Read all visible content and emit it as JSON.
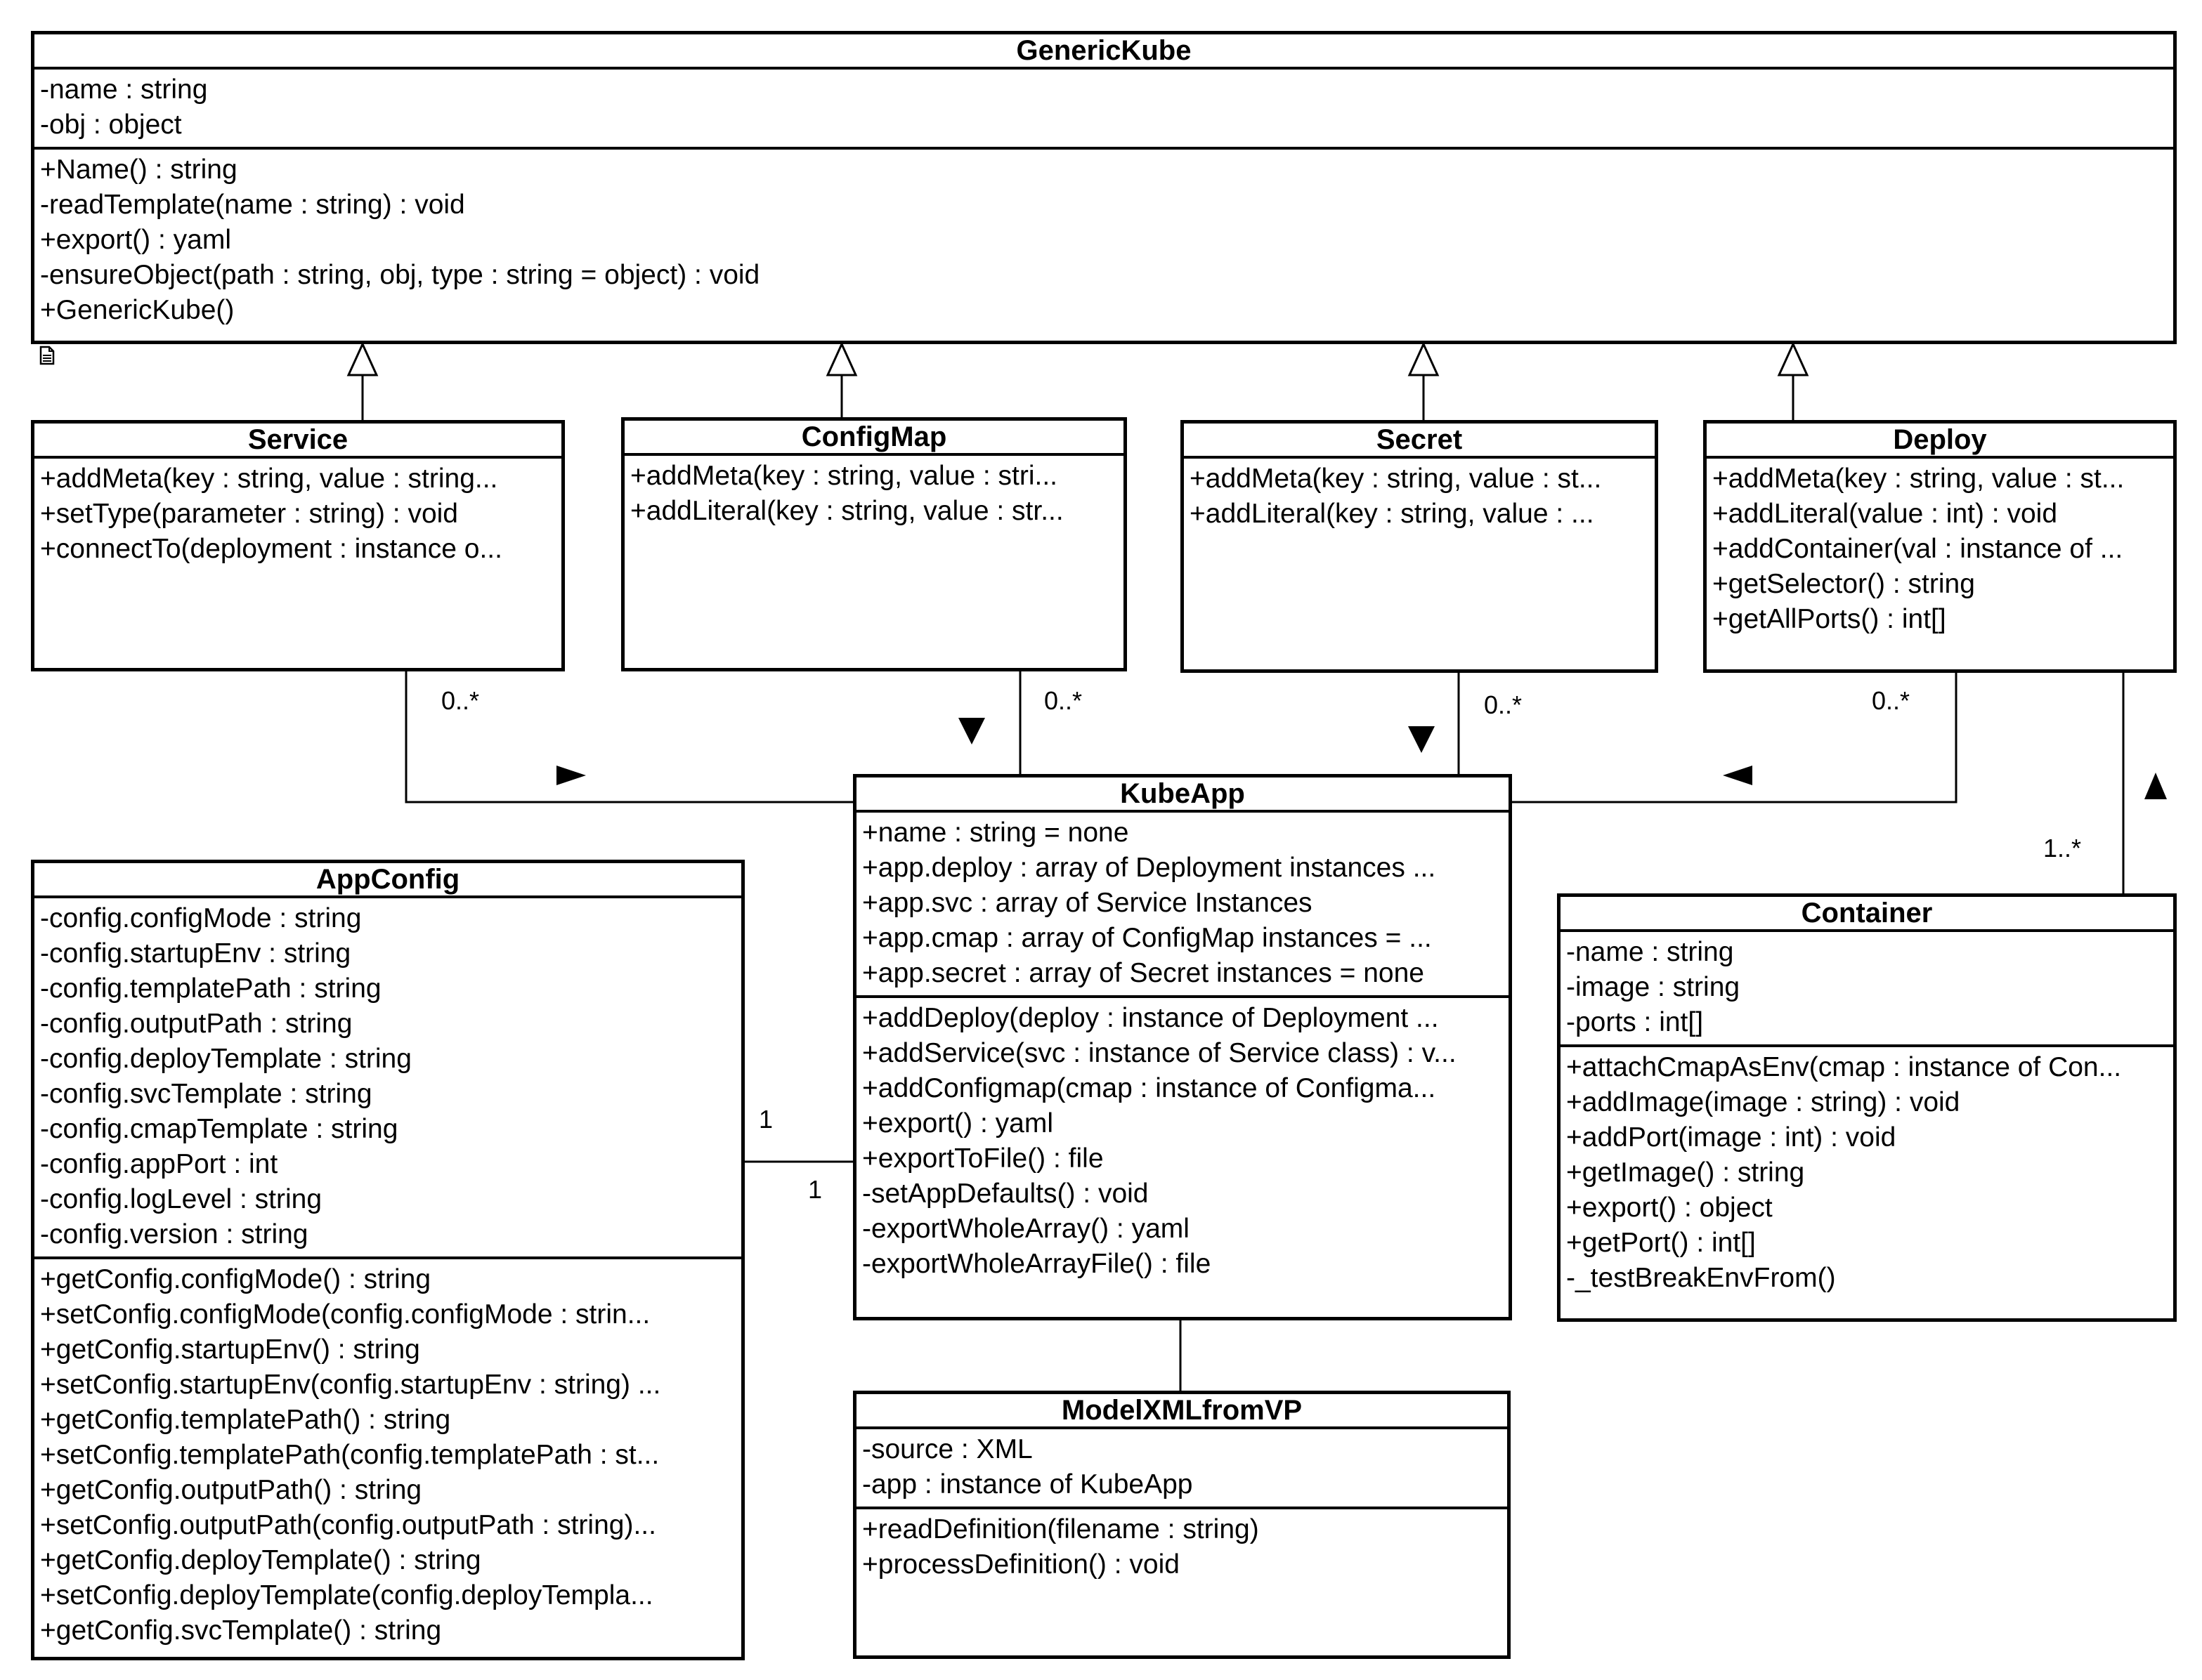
{
  "classes": {
    "generickube": {
      "name": "GenericKube",
      "attributes": [
        "-name : string",
        "-obj : object"
      ],
      "operations": [
        "+Name() : string",
        "-readTemplate(name : string) : void",
        "+export() : yaml",
        "-ensureObject(path : string, obj, type : string = object) : void",
        "+GenericKube()"
      ]
    },
    "service": {
      "name": "Service",
      "attributes": [],
      "operations": [
        "+addMeta(key : string, value : string...",
        "+setType(parameter : string) : void",
        "+connectTo(deployment : instance o..."
      ]
    },
    "configmap": {
      "name": "ConfigMap",
      "attributes": [],
      "operations": [
        "+addMeta(key : string, value : stri...",
        "+addLiteral(key : string, value : str..."
      ]
    },
    "secret": {
      "name": "Secret",
      "attributes": [],
      "operations": [
        "+addMeta(key : string, value : st...",
        "+addLiteral(key : string, value : ..."
      ]
    },
    "deploy": {
      "name": "Deploy",
      "attributes": [],
      "operations": [
        "+addMeta(key : string, value : st...",
        "+addLiteral(value : int) : void",
        "+addContainer(val : instance of ...",
        "+getSelector() : string",
        "+getAllPorts() : int[]"
      ]
    },
    "kubeapp": {
      "name": "KubeApp",
      "attributes": [
        "+name : string = none",
        "+app.deploy : array of Deployment instances ...",
        "+app.svc : array of Service Instances",
        "+app.cmap : array of ConfigMap instances = ...",
        "+app.secret : array of Secret instances = none"
      ],
      "operations": [
        "+addDeploy(deploy : instance of Deployment ...",
        "+addService(svc : instance of Service class) : v...",
        "+addConfigmap(cmap : instance of Configma...",
        "+export() : yaml",
        "+exportToFile() : file",
        "-setAppDefaults() : void",
        "-exportWholeArray() : yaml",
        "-exportWholeArrayFile() : file"
      ]
    },
    "appconfig": {
      "name": "AppConfig",
      "attributes": [
        "-config.configMode : string",
        "-config.startupEnv : string",
        "-config.templatePath : string",
        "-config.outputPath : string",
        "-config.deployTemplate : string",
        "-config.svcTemplate : string",
        "-config.cmapTemplate : string",
        "-config.appPort : int",
        "-config.logLevel : string",
        "-config.version : string"
      ],
      "operations": [
        "+getConfig.configMode() : string",
        "+setConfig.configMode(config.configMode : strin...",
        "+getConfig.startupEnv() : string",
        "+setConfig.startupEnv(config.startupEnv : string) ...",
        "+getConfig.templatePath() : string",
        "+setConfig.templatePath(config.templatePath : st...",
        "+getConfig.outputPath() : string",
        "+setConfig.outputPath(config.outputPath : string)...",
        "+getConfig.deployTemplate() : string",
        "+setConfig.deployTemplate(config.deployTempla...",
        "+getConfig.svcTemplate() : string"
      ]
    },
    "container": {
      "name": "Container",
      "attributes": [
        "-name : string",
        "-image : string",
        "-ports : int[]"
      ],
      "operations": [
        "+attachCmapAsEnv(cmap : instance of Con...",
        "+addImage(image : string) : void",
        "+addPort(image : int) : void",
        "+getImage() : string",
        "+export() : object",
        "+getPort() : int[]",
        "-_testBreakEnvFrom()"
      ]
    },
    "modelxml": {
      "name": "ModelXMLfromVP",
      "attributes": [
        "-source : XML",
        "-app : instance of KubeApp"
      ],
      "operations": [
        "+readDefinition(filename : string)",
        "+processDefinition() : void"
      ]
    }
  },
  "multiplicities": {
    "service_kubeapp": "0..*",
    "configmap_kubeapp": "0..*",
    "secret_kubeapp": "0..*",
    "deploy_kubeapp": "0..*",
    "deploy_container": "1..*",
    "appconfig_end": "1",
    "kubeapp_end": "1"
  }
}
